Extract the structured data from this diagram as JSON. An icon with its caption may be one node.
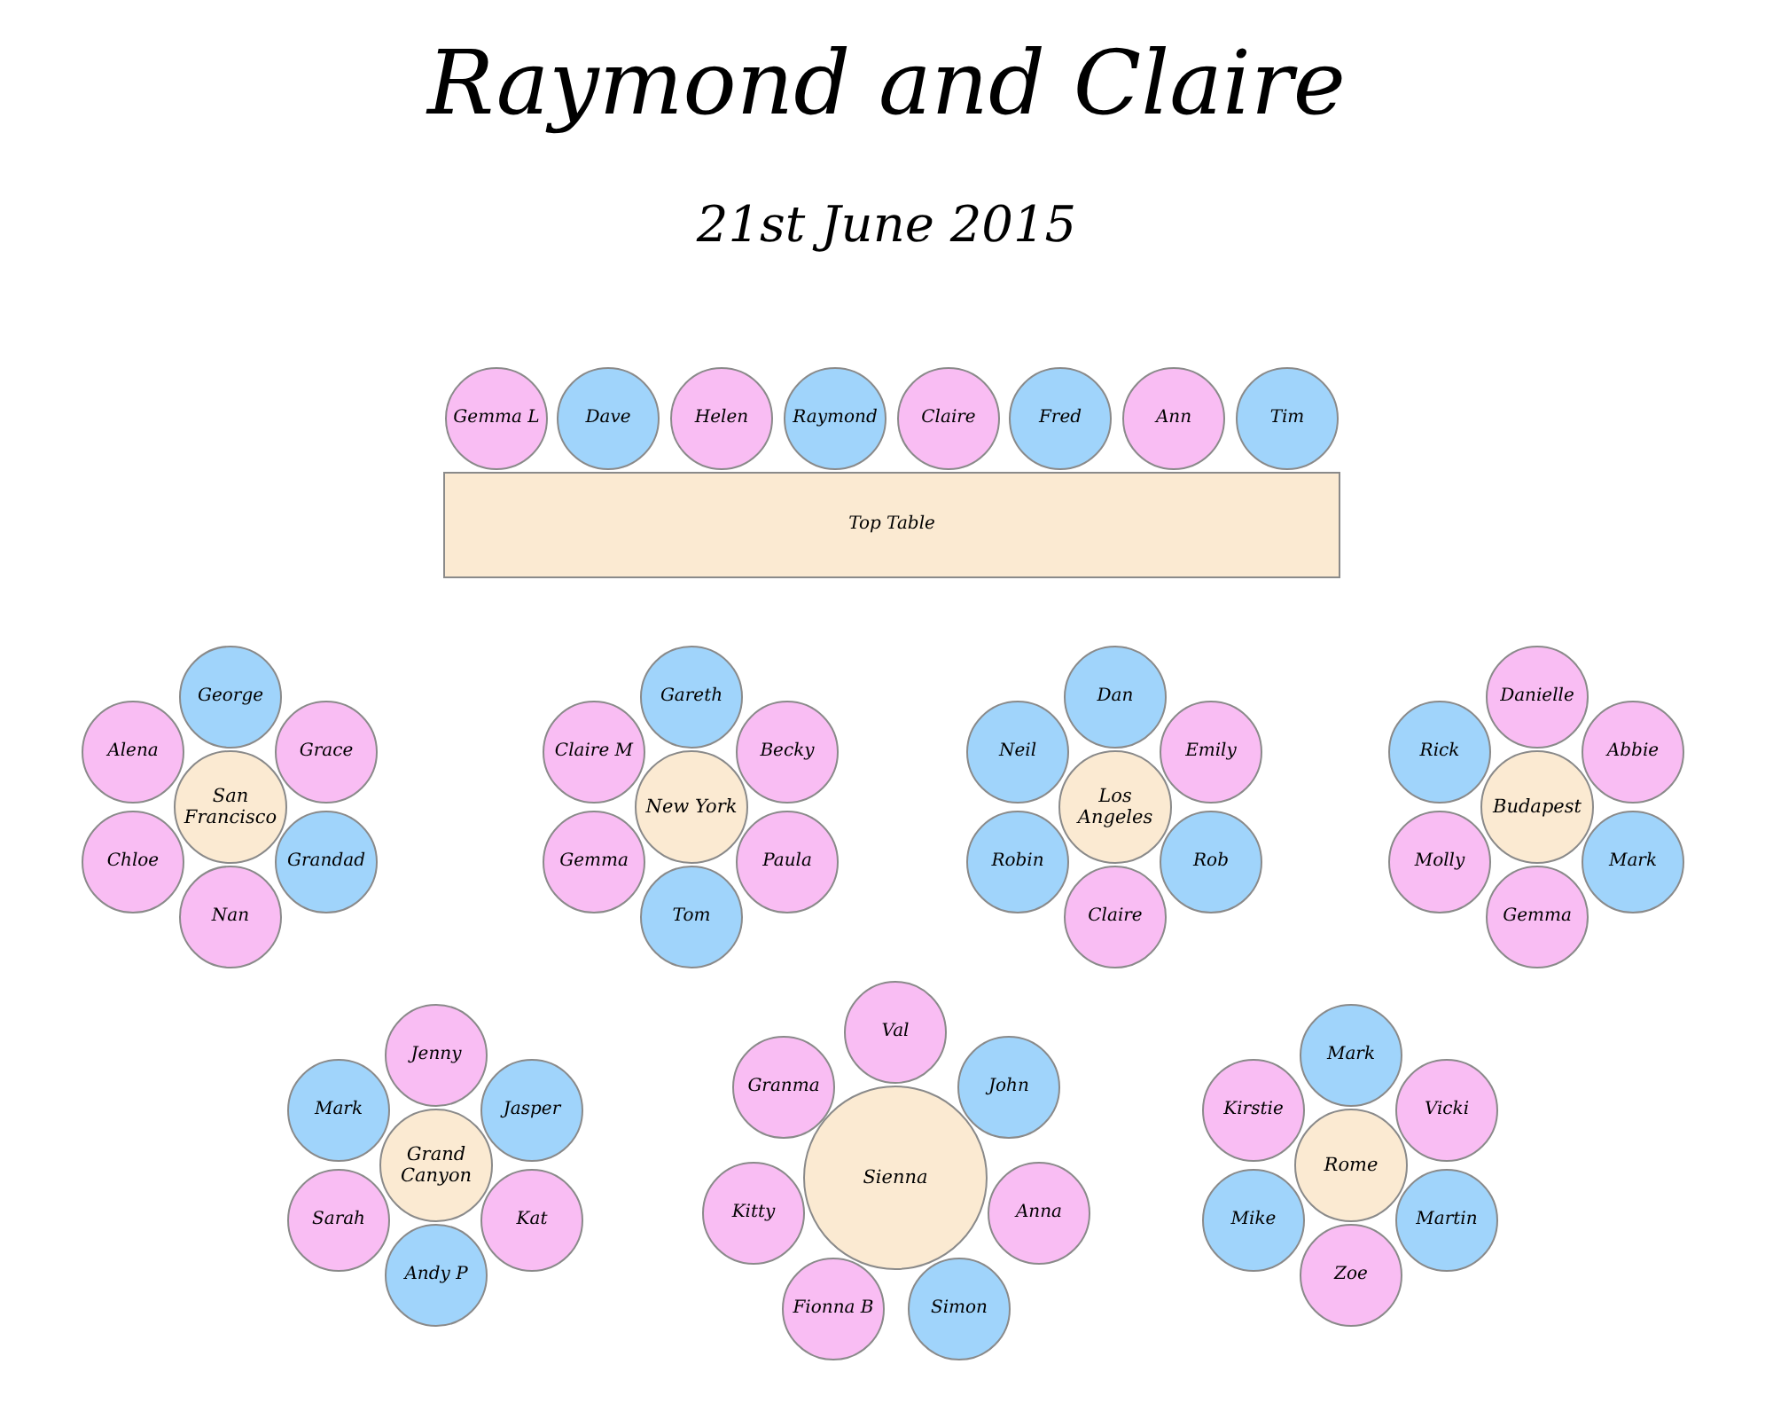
{
  "diagram": {
    "title": "Raymond and Claire",
    "nodes": [
      {
        "text": [
          "Gemma L"
        ]
      },
      {
        "text": [
          "Dave"
        ]
      },
      {
        "text": [
          "Helen"
        ]
      },
      {
        "text": [
          "Raymond"
        ]
      },
      {
        "text": [
          "Claire"
        ]
      },
      {
        "text": [
          "Fred"
        ]
      },
      {
        "text": [
          "Ann"
        ]
      },
      {
        "text": [
          "Tim"
        ]
      },
      {
        "text": [
          "Top Table"
        ]
      },
      {
        "text": [
          "San Francisco"
        ]
      },
      {
        "text": [
          "George"
        ]
      },
      {
        "text": [
          "Alena"
        ]
      },
      {
        "text": [
          "Grace"
        ]
      },
      {
        "text": [
          "Chloe"
        ]
      },
      {
        "text": [
          "Grandad"
        ]
      },
      {
        "text": [
          "Nan"
        ]
      },
      {
        "text": [
          "New York"
        ]
      },
      {
        "text": [
          "Gareth"
        ]
      },
      {
        "text": [
          "Claire M"
        ]
      },
      {
        "text": [
          "Becky"
        ]
      },
      {
        "text": [
          "Gemma"
        ]
      },
      {
        "text": [
          "Paula"
        ]
      },
      {
        "text": [
          "Tom"
        ]
      },
      {
        "text": [
          "Los Angeles"
        ]
      },
      {
        "text": [
          "Dan"
        ]
      },
      {
        "text": [
          "Neil"
        ]
      },
      {
        "text": [
          "Emily"
        ]
      },
      {
        "text": [
          "Robin"
        ]
      },
      {
        "text": [
          "Rob"
        ]
      },
      {
        "text": [
          "Claire"
        ]
      },
      {
        "text": [
          "Budapest"
        ]
      },
      {
        "text": [
          "Danielle"
        ]
      },
      {
        "text": [
          "Rick"
        ]
      },
      {
        "text": [
          "Abbie"
        ]
      },
      {
        "text": [
          "Molly"
        ]
      },
      {
        "text": [
          "Mark"
        ]
      },
      {
        "text": [
          "Gemma"
        ]
      },
      {
        "text": [
          "Grand Canyon"
        ]
      },
      {
        "text": [
          "Jenny"
        ]
      },
      {
        "text": [
          "Mark"
        ]
      },
      {
        "text": [
          "Jasper"
        ]
      },
      {
        "text": [
          "Sarah"
        ]
      },
      {
        "text": [
          "Kat"
        ]
      },
      {
        "text": [
          "Andy P"
        ]
      },
      {
        "text": [
          "Sienna"
        ]
      },
      {
        "text": [
          "Val"
        ]
      },
      {
        "text": [
          "Granma"
        ]
      },
      {
        "text": [
          "John"
        ]
      },
      {
        "text": [
          "Kitty"
        ]
      },
      {
        "text": [
          "Anna"
        ]
      },
      {
        "text": [
          "Fionna B"
        ]
      },
      {
        "text": [
          "Simon"
        ]
      },
      {
        "text": [
          "Rome"
        ]
      },
      {
        "text": [
          "Mark"
        ]
      },
      {
        "text": [
          "Kirstie"
        ]
      },
      {
        "text": [
          "Vicki"
        ]
      },
      {
        "text": [
          "Mike"
        ]
      },
      {
        "text": [
          "Martin"
        ]
      },
      {
        "text": [
          "Zoe"
        ]
      }
    ],
    "labels": [
      "21st June 2015"
    ]
  }
}
